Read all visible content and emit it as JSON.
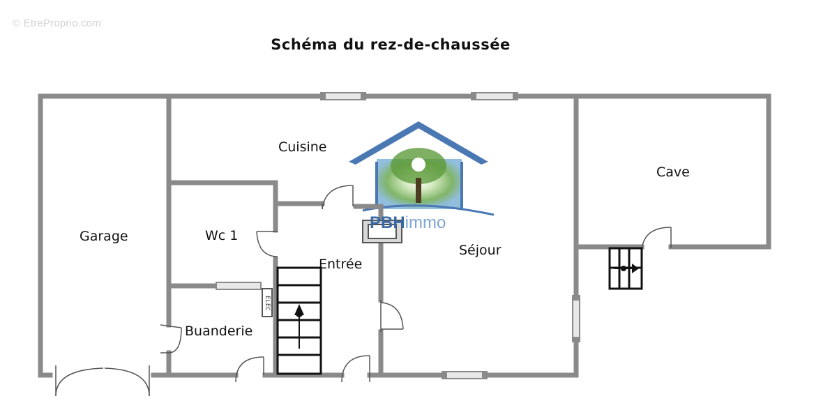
{
  "watermark": "© EtreProprio.com",
  "title": "Schéma du rez-de-chaussée",
  "rooms": {
    "garage": "Garage",
    "cuisine": "Cuisine",
    "wc": "Wc 1",
    "entree": "Entrée",
    "buanderie": "Buanderie",
    "sejour": "Séjour",
    "cave": "Cave"
  },
  "logo": {
    "part1": "PBH",
    "part2": "immo"
  },
  "elec_label": "ELEC",
  "colors": {
    "wall": "#8a8a8a",
    "window_fill": "#e8e8e8",
    "stair_line": "#111111",
    "logo_roof": "#4a78b2",
    "logo_tree": "#5e9b3c",
    "text": "#111111"
  },
  "icons": [
    "window-icon",
    "door-swing-icon",
    "stair-arrow-icon",
    "tree-logo-icon"
  ]
}
